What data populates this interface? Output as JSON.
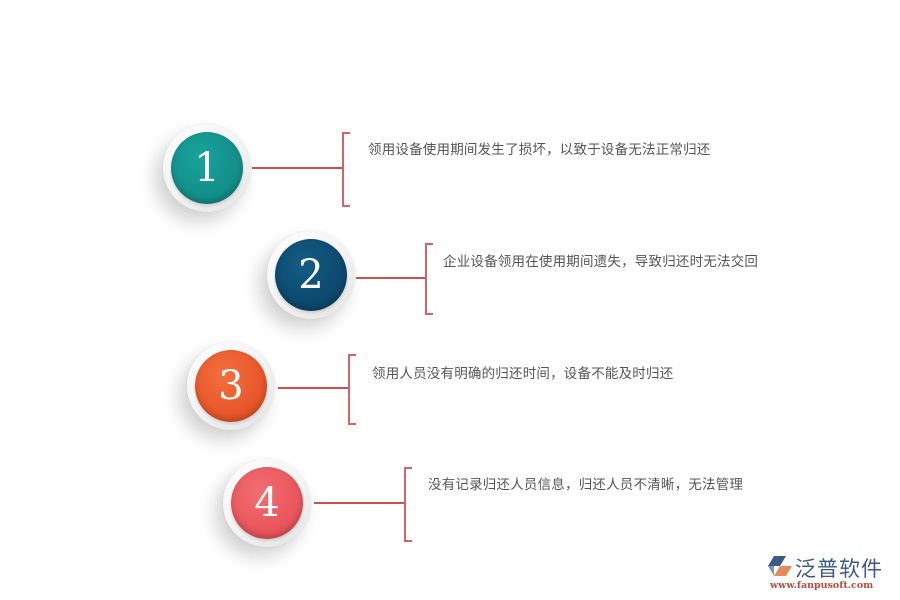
{
  "items": [
    {
      "number": "1",
      "text": "领用设备使用期间发生了损坏，以致于设备无法正常归还",
      "color": "#138f8a"
    },
    {
      "number": "2",
      "text": "企业设备领用在使用期间遗失，导致归还时无法交回",
      "color": "#0d4a6f"
    },
    {
      "number": "3",
      "text": "领用人员没有明确的归还时间，设备不能及时归还",
      "color": "#e8572a"
    },
    {
      "number": "4",
      "text": "没有记录归还人员信息，归还人员不清晰，无法管理",
      "color": "#e9565b"
    }
  ],
  "accent_line_color": "#c9514f",
  "logo": {
    "name": "泛普软件",
    "url": "www.fanpusoft.com",
    "icon": "fanpu-logo-icon"
  }
}
